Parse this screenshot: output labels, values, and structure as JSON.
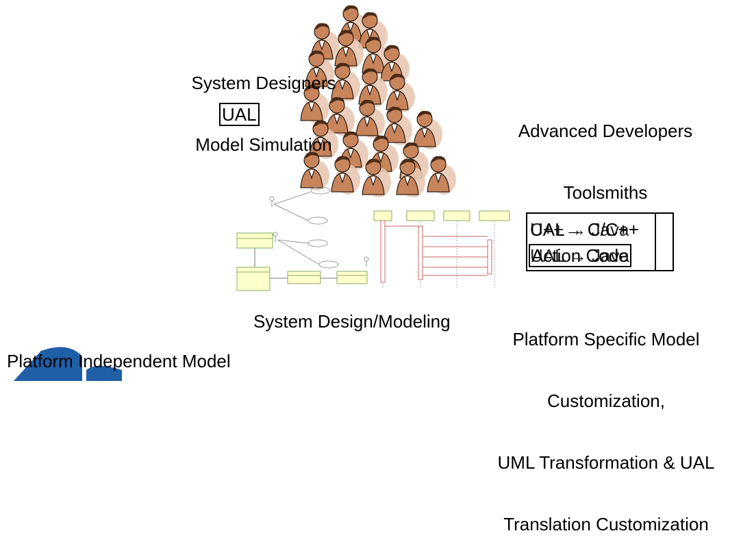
{
  "designers": {
    "line1": "System Designers",
    "line2": "Model Simulation"
  },
  "ual_box": "UAL",
  "developers": {
    "line1": "Advanced Developers",
    "line2": "Toolsmiths"
  },
  "code_box": {
    "row1": "UAL→ C/C++",
    "row1_overlap": "C++ → Java",
    "row2": "Action Code",
    "row2_overlap": "UAL → Java"
  },
  "psm": {
    "line1": "Platform Specific Model",
    "line2": "Customization,",
    "line3": "UML Transformation & UAL",
    "line4": "Translation Customization"
  },
  "system_design": "System Design/Modeling",
  "pim": "Platform Independent Model",
  "colors": {
    "person_face": "#c8845a",
    "person_shadow": "#e8c8b4",
    "stroke": "#000000",
    "note_yellow": "#ffffcc",
    "logo_blue": "#1f5fa8"
  }
}
